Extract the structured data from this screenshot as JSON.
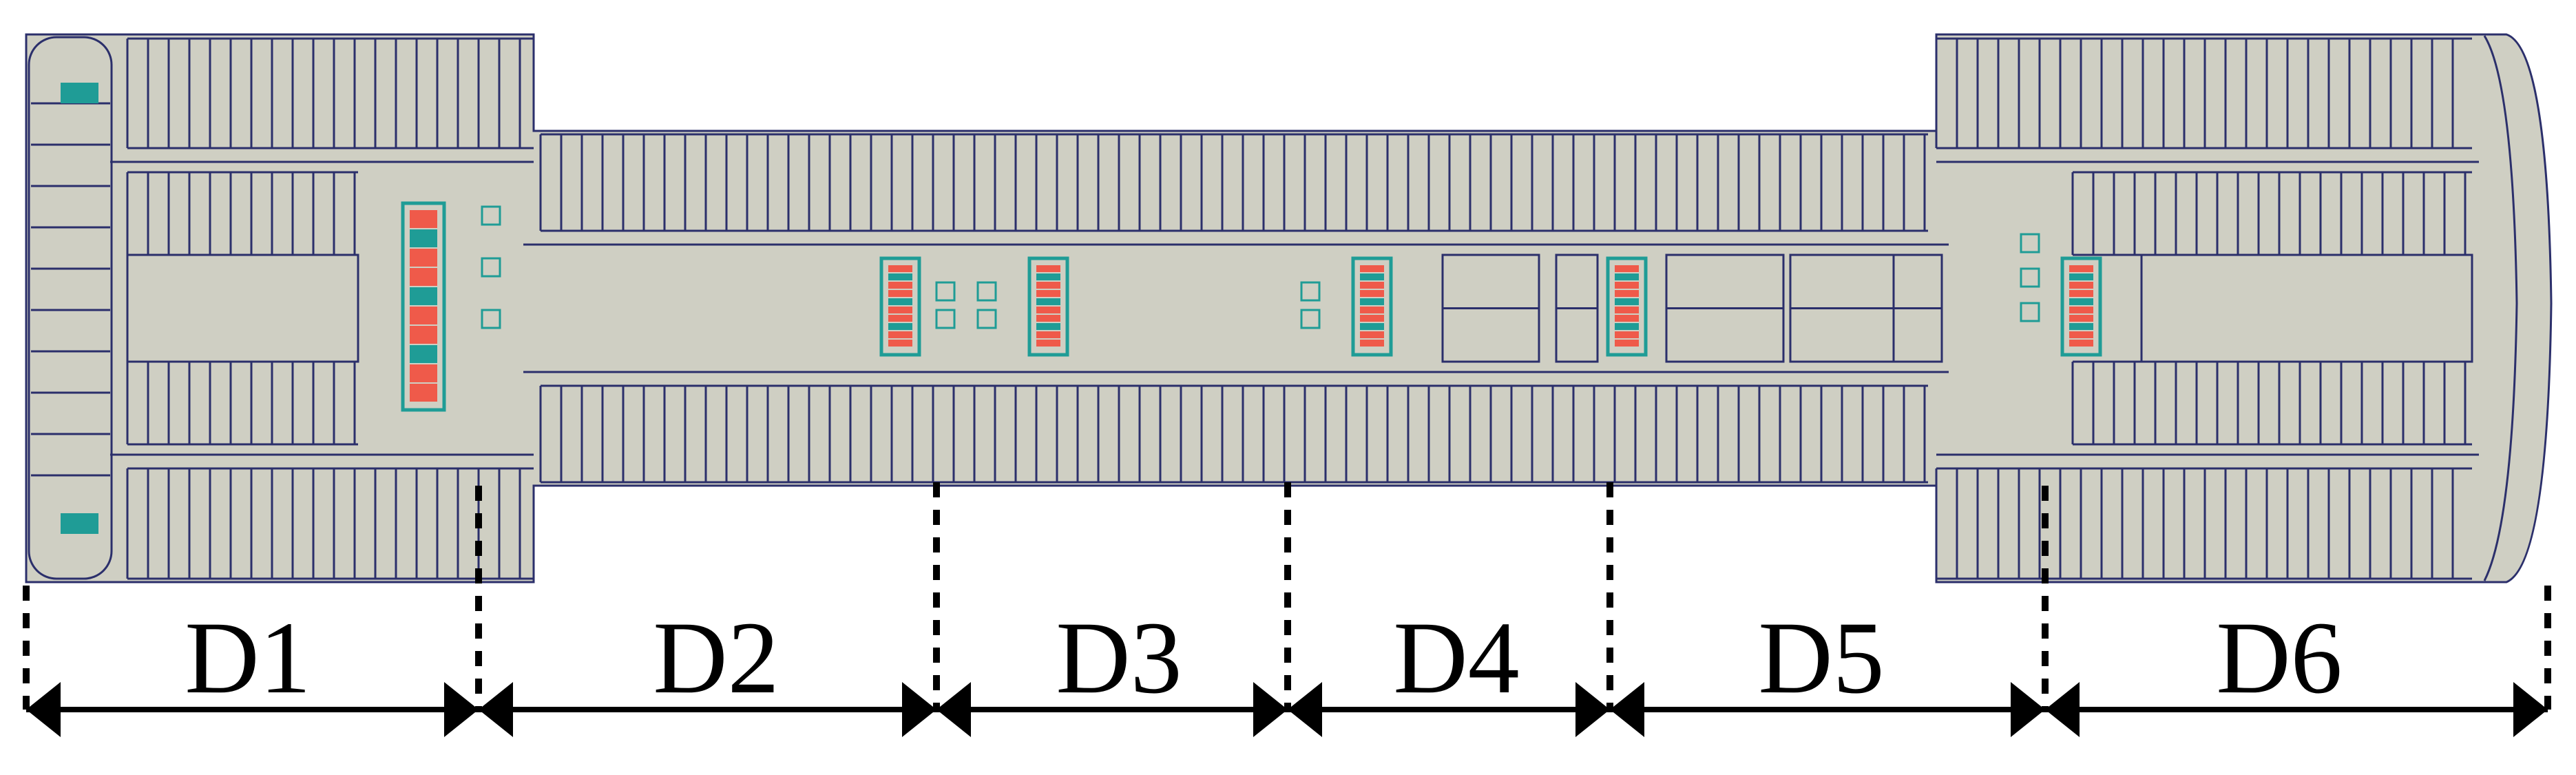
{
  "diagram": {
    "zones": [
      "D1",
      "D2",
      "D3",
      "D4",
      "D5",
      "D6"
    ]
  },
  "colors": {
    "deck_fill": "#cfcfc3",
    "cabin_line": "#2b2f6b",
    "stair_cyan": "#1f9c96",
    "stair_red": "#ef5a4a",
    "dimension": "#000000"
  }
}
